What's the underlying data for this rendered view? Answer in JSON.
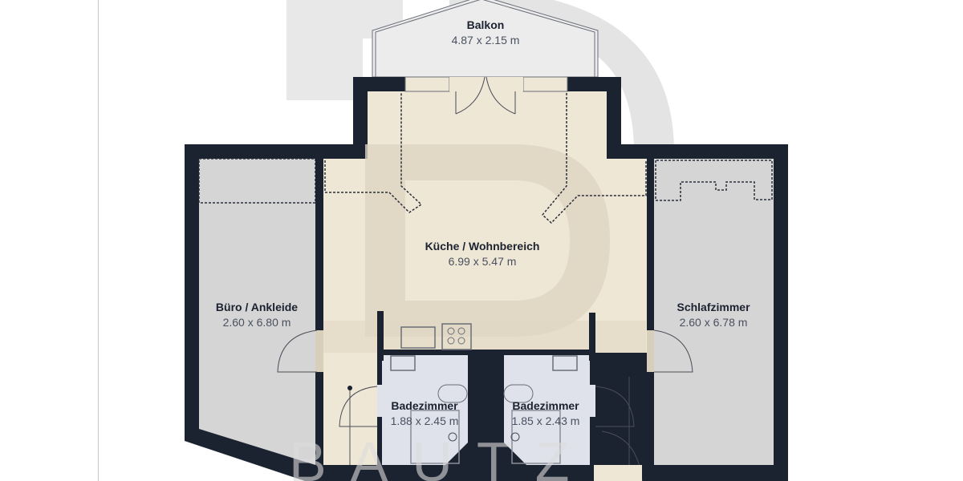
{
  "floorplan": {
    "colors": {
      "wall": "#1b2230",
      "living_floor": "#efe7d5",
      "room_floor": "#d5d5d5",
      "bath_floor": "#dfe2ea",
      "balcony_floor": "#ececec",
      "watermark": "#e6e6e6",
      "label_name": "#1b2230",
      "label_dims": "#4a5060"
    },
    "rooms": [
      {
        "id": "balkon",
        "name": "Balkon",
        "dims": "4.87 x 2.15 m"
      },
      {
        "id": "kueche",
        "name": "Küche / Wohnbereich",
        "dims": "6.99 x 5.47 m"
      },
      {
        "id": "buero",
        "name": "Büro / Ankleide",
        "dims": "2.60 x 6.80 m"
      },
      {
        "id": "schlaf",
        "name": "Schlafzimmer",
        "dims": "2.60 x 6.78 m"
      },
      {
        "id": "bad1",
        "name": "Badezimmer",
        "dims": "1.88 x 2.45 m"
      },
      {
        "id": "bad2",
        "name": "Badezimmer",
        "dims": "1.85 x 2.43 m"
      }
    ]
  }
}
